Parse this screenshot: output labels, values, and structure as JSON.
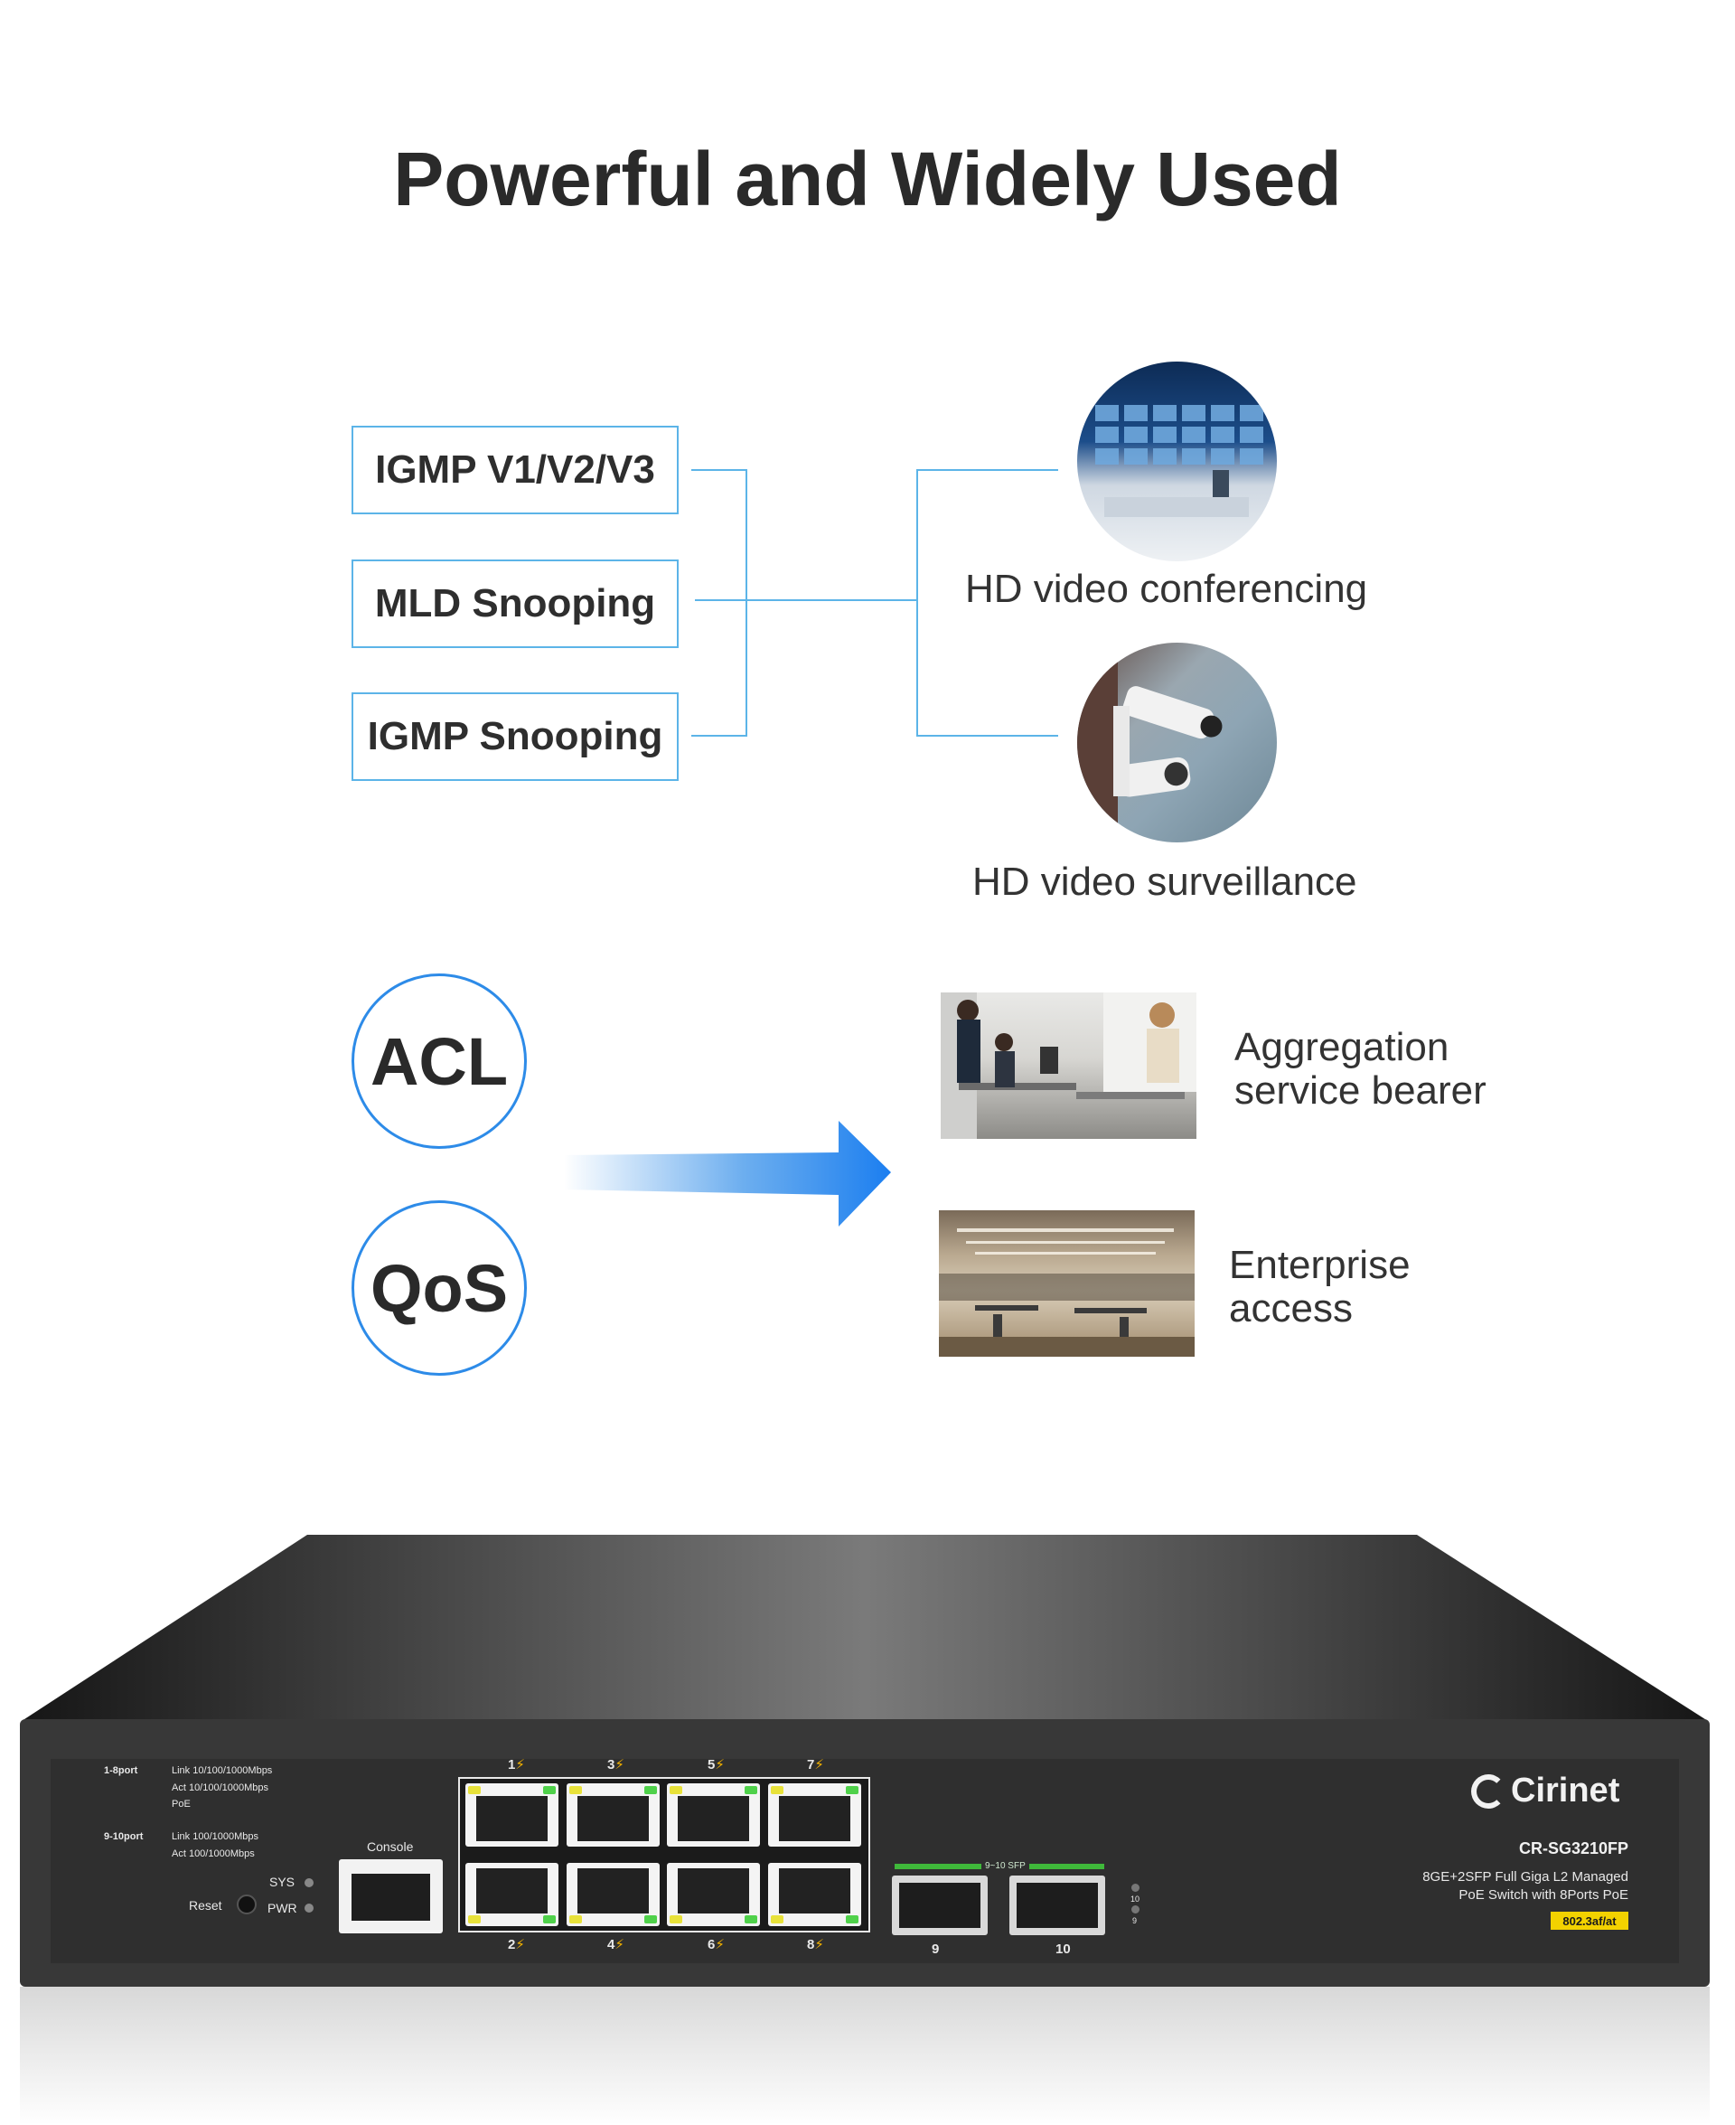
{
  "title": "Powerful and Widely Used",
  "features": [
    {
      "label": "IGMP V1/V2/V3"
    },
    {
      "label": "MLD Snooping"
    },
    {
      "label": "IGMP Snooping"
    }
  ],
  "applications": [
    {
      "caption": "HD video conferencing",
      "photo": "video-conference-photo"
    },
    {
      "caption": "HD video surveillance",
      "photo": "security-camera-photo"
    }
  ],
  "security": [
    {
      "label": "ACL"
    },
    {
      "label": "QoS"
    }
  ],
  "scenarios": [
    {
      "line1": "Aggregation",
      "line2": "service bearer",
      "photo": "office-workers-photo"
    },
    {
      "line1": "Enterprise",
      "line2": "access",
      "photo": "open-office-photo"
    }
  ],
  "device": {
    "brand": "Cirinet",
    "model": "CR-SG3210FP",
    "desc_line1": "8GE+2SFP Full Giga L2 Managed",
    "desc_line2": "PoE Switch with 8Ports PoE",
    "badge": "802.3af/at",
    "console": "Console",
    "reset": "Reset",
    "sys": "SYS",
    "pwr": "PWR",
    "legend": {
      "group1": "1-8port",
      "link1": "Link  10/100/1000Mbps",
      "act1": "Act  10/100/1000Mbps",
      "poe": "PoE",
      "group2": "9-10port",
      "link2": "Link  100/1000Mbps",
      "act2": "Act  100/1000Mbps"
    },
    "top_ports": [
      "1",
      "3",
      "5",
      "7"
    ],
    "bottom_ports": [
      "2",
      "4",
      "6",
      "8"
    ],
    "sfp_label": "9~10 SFP",
    "sfp_ports": [
      "9",
      "10"
    ],
    "sfp_led_labels": [
      "10",
      "9"
    ],
    "colors": {
      "poe_bolt": "#f5b400",
      "led_yellow": "#e8e23a",
      "led_green": "#4fd14a",
      "badge": "#f3d200",
      "accent_blue": "#2d8be8"
    }
  }
}
